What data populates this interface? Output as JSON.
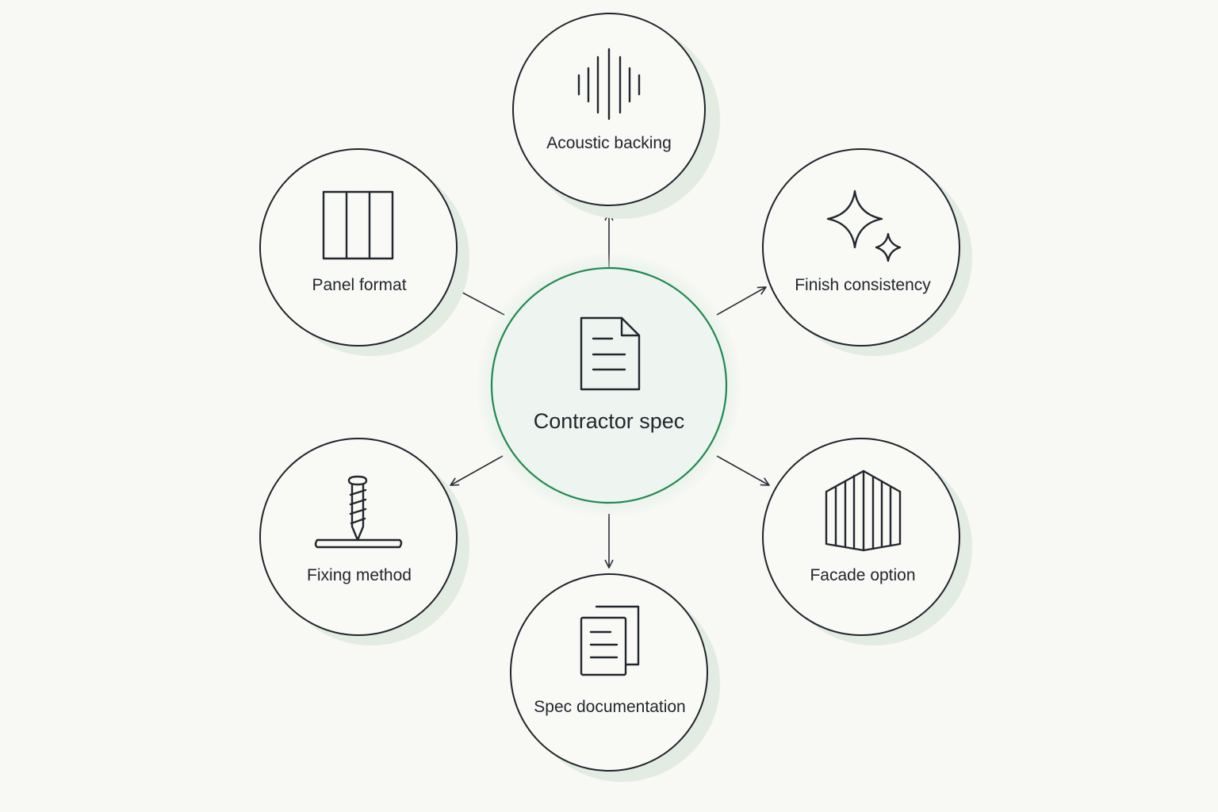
{
  "center": {
    "label": "Contractor spec",
    "icon": "document-icon"
  },
  "nodes": [
    {
      "key": "acoustic",
      "label": "Acoustic backing",
      "icon": "sound-wave-icon"
    },
    {
      "key": "panel",
      "label": "Panel format",
      "icon": "panel-grid-icon"
    },
    {
      "key": "finish",
      "label": "Finish consistency",
      "icon": "sparkle-icon"
    },
    {
      "key": "fixing",
      "label": "Fixing method",
      "icon": "screw-icon"
    },
    {
      "key": "facade",
      "label": "Facade option",
      "icon": "building-facade-icon"
    },
    {
      "key": "docs",
      "label": "Spec documentation",
      "icon": "documents-icon"
    }
  ],
  "colors": {
    "background": "#f8f8f4",
    "center_ring": "#1e8a4f",
    "center_fill": "#eef4ef",
    "node_ring": "#1f252c",
    "shadow": "#e3ece3"
  }
}
